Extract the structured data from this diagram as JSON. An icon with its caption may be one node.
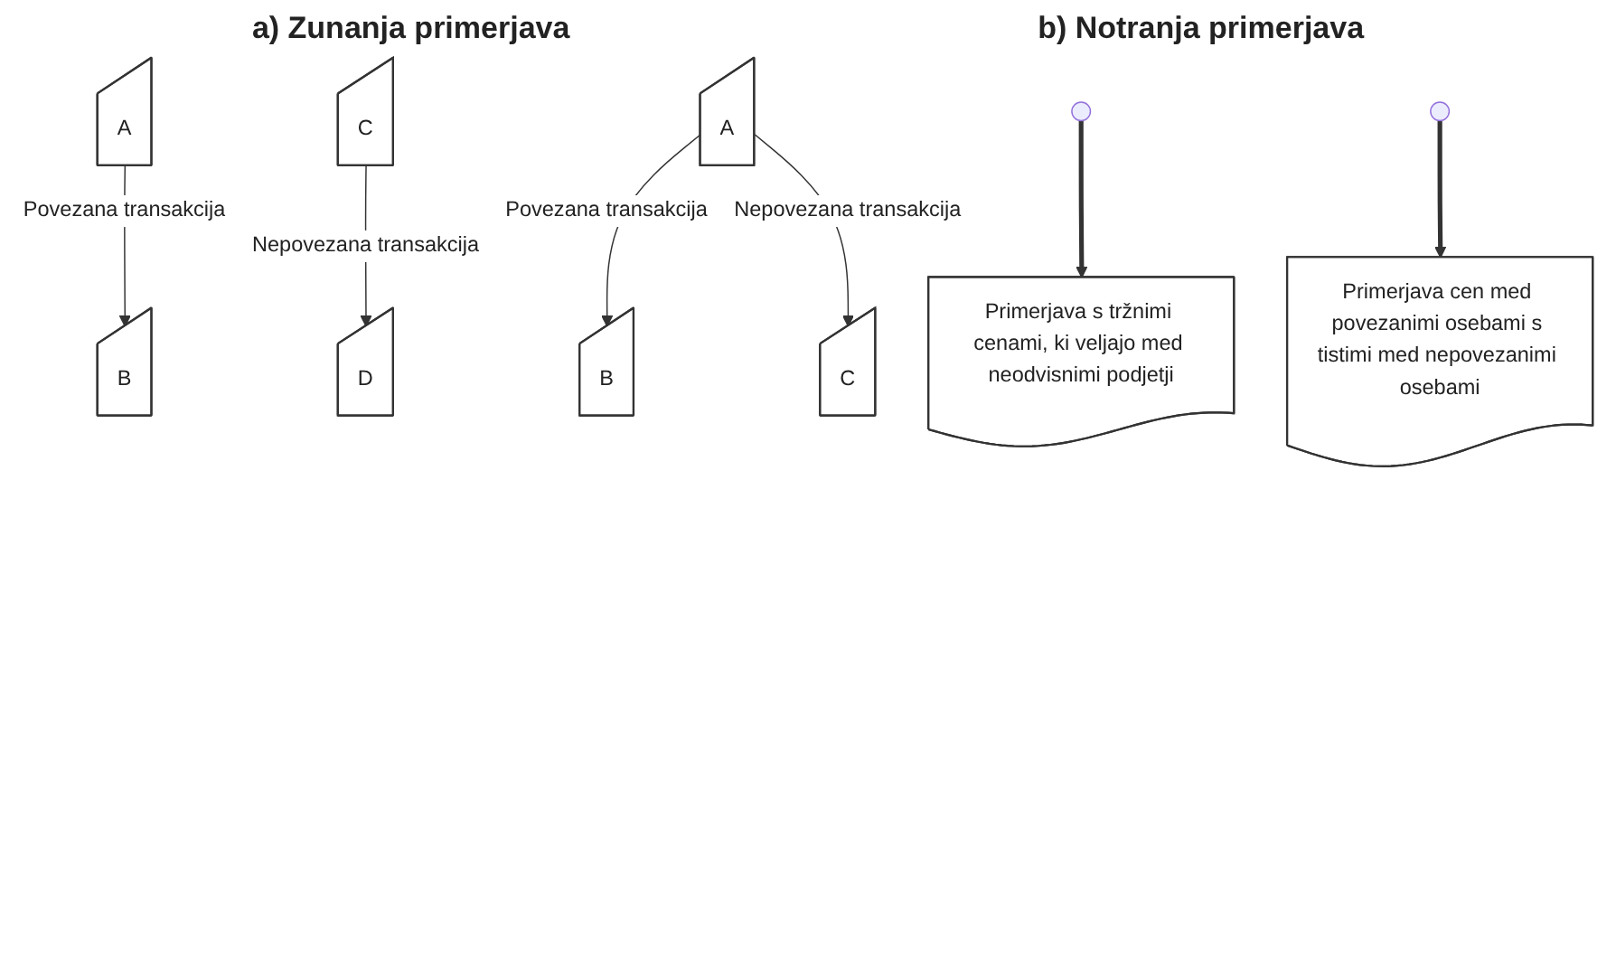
{
  "diagram": {
    "nodes": [
      {
        "text": [
          "A"
        ]
      },
      {
        "text": [
          "B"
        ]
      },
      {
        "text": [
          "C"
        ]
      },
      {
        "text": [
          "D"
        ]
      },
      {
        "text": [
          "Primerjava s tržnimi cenami, ki veljajo med neodvisnimi podjetji"
        ]
      },
      {
        "text": [
          "A"
        ]
      },
      {
        "text": [
          "B"
        ]
      },
      {
        "text": [
          "C"
        ]
      },
      {
        "text": [
          "Primerjava cen med povezanimi osebami s tistimi med nepovezanimi osebami"
        ]
      }
    ],
    "edges": [
      {
        "from": 0,
        "to": 1,
        "arrow": "to",
        "label": "Povezana transakcija"
      },
      {
        "from": 2,
        "to": 3,
        "arrow": "to",
        "label": "Nepovezana transakcija"
      },
      {
        "from": null,
        "to": 4,
        "arrow": "to",
        "style": "thick"
      },
      {
        "from": 5,
        "to": 6,
        "arrow": "to",
        "label": "Povezana transakcija"
      },
      {
        "from": 5,
        "to": 7,
        "arrow": "to",
        "label": "Nepovezana transakcija"
      },
      {
        "from": null,
        "to": 8,
        "arrow": "to",
        "style": "thick"
      }
    ],
    "labels": [
      "a) Zunanja primerjava",
      "b) Notranja primerjava"
    ]
  }
}
